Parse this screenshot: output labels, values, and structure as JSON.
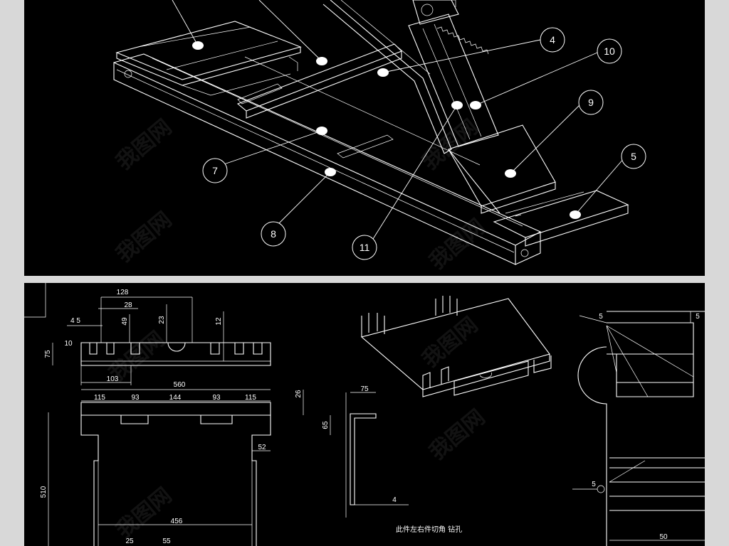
{
  "assembly_callouts": [
    "4",
    "10",
    "9",
    "5",
    "7",
    "8",
    "11"
  ],
  "part_dimensions": {
    "d128": "128",
    "d28": "28",
    "d23": "23",
    "d12": "12",
    "d45": "4 5",
    "d49": "49",
    "d75a": "75",
    "d10": "10",
    "d103": "103",
    "d560": "560",
    "d115a": "115",
    "d93a": "93",
    "d144": "144",
    "d93b": "93",
    "d115b": "115",
    "d26": "26",
    "d65": "65",
    "d52": "52",
    "d510": "510",
    "d456": "456",
    "d25": "25",
    "d55": "55",
    "d75b": "75",
    "d4": "4",
    "d5a": "5",
    "d5b": "5",
    "d5c": "5",
    "d50": "50"
  },
  "note_text": "此件左右件切角 钻孔",
  "watermark_text": "我图网"
}
